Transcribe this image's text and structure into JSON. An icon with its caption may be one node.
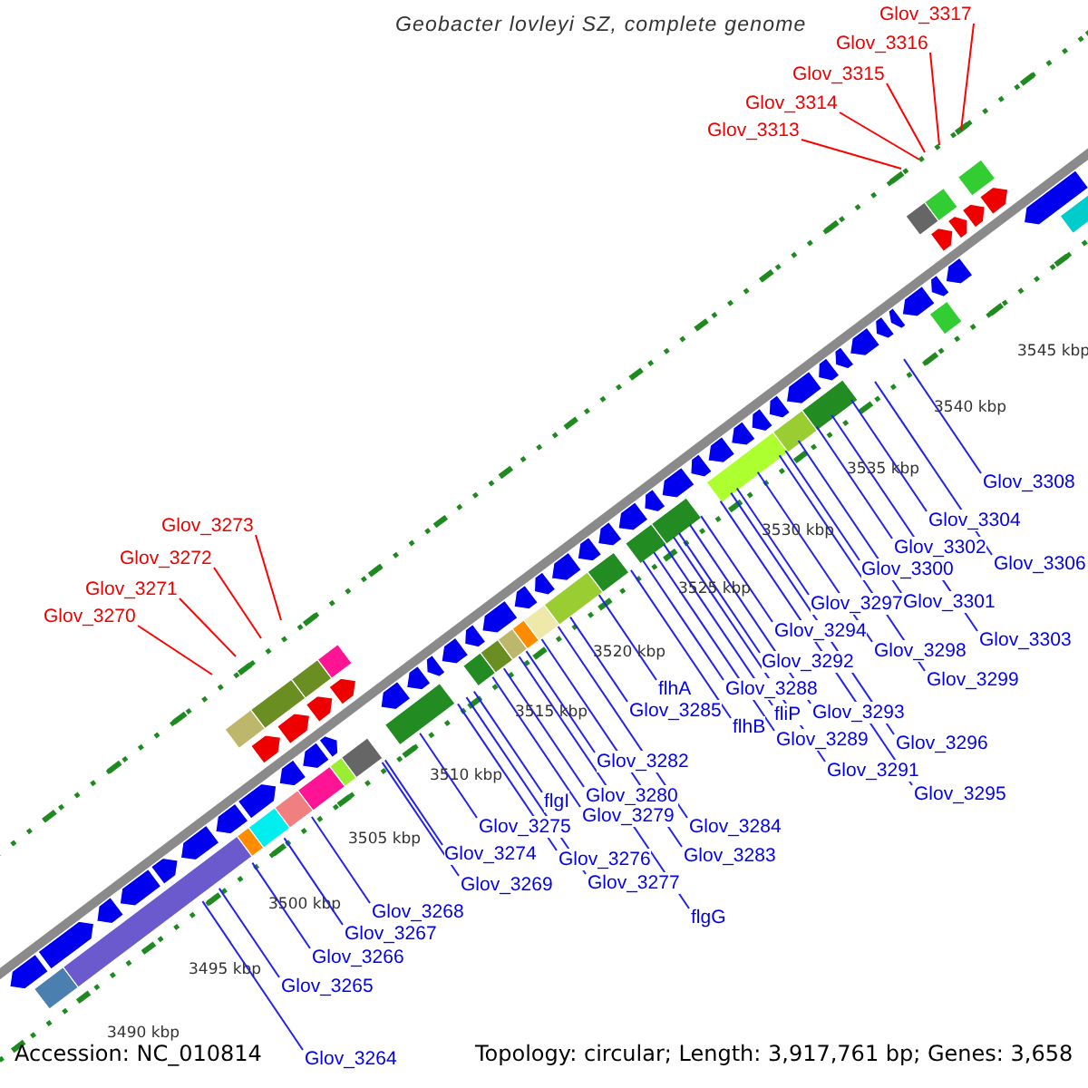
{
  "diagram": {
    "title": "Geobacter lovleyi SZ, complete genome",
    "nodes": [
      {
        "text": [
          "Glov_3317"
        ]
      },
      {
        "text": [
          "Glov_3316"
        ]
      },
      {
        "text": [
          "Glov_3315"
        ]
      },
      {
        "text": [
          "Glov_3314"
        ]
      },
      {
        "text": [
          "Glov_3313"
        ]
      },
      {
        "text": [
          "Glov_3273"
        ]
      },
      {
        "text": [
          "Glov_3272"
        ]
      },
      {
        "text": [
          "Glov_3271"
        ]
      },
      {
        "text": [
          "Glov_3270"
        ]
      },
      {
        "text": [
          "Glov_3308"
        ]
      },
      {
        "text": [
          "Glov_3304"
        ]
      },
      {
        "text": [
          "Glov_3302"
        ]
      },
      {
        "text": [
          "Glov_3306"
        ]
      },
      {
        "text": [
          "Glov_3300"
        ]
      },
      {
        "text": [
          "Glov_3297"
        ]
      },
      {
        "text": [
          "Glov_3301"
        ]
      },
      {
        "text": [
          "Glov_3294"
        ]
      },
      {
        "text": [
          "Glov_3303"
        ]
      },
      {
        "text": [
          "Glov_3298"
        ]
      },
      {
        "text": [
          "Glov_3292"
        ]
      },
      {
        "text": [
          "Glov_3299"
        ]
      },
      {
        "text": [
          "flhA"
        ]
      },
      {
        "text": [
          "Glov_3288"
        ]
      },
      {
        "text": [
          "Glov_3285"
        ]
      },
      {
        "text": [
          "Glov_3293"
        ]
      },
      {
        "text": [
          "fliP"
        ]
      },
      {
        "text": [
          "flhB"
        ]
      },
      {
        "text": [
          "Glov_3289"
        ]
      },
      {
        "text": [
          "Glov_3296"
        ]
      },
      {
        "text": [
          "Glov_3282"
        ]
      },
      {
        "text": [
          "Glov_3291"
        ]
      },
      {
        "text": [
          "Glov_3295"
        ]
      },
      {
        "text": [
          "Glov_3280"
        ]
      },
      {
        "text": [
          "flgI"
        ]
      },
      {
        "text": [
          "Glov_3279"
        ]
      },
      {
        "text": [
          "Glov_3275"
        ]
      },
      {
        "text": [
          "Glov_3284"
        ]
      },
      {
        "text": [
          "Glov_3274"
        ]
      },
      {
        "text": [
          "Glov_3283"
        ]
      },
      {
        "text": [
          "Glov_3276"
        ]
      },
      {
        "text": [
          "Glov_3277"
        ]
      },
      {
        "text": [
          "Glov_3269"
        ]
      },
      {
        "text": [
          "Glov_3268"
        ]
      },
      {
        "text": [
          "flgG"
        ]
      },
      {
        "text": [
          "Glov_3267"
        ]
      },
      {
        "text": [
          "Glov_3266"
        ]
      },
      {
        "text": [
          "Glov_3265"
        ]
      },
      {
        "text": [
          "Glov_3264"
        ]
      }
    ],
    "edges": [
      {
        "from": 0,
        "to": null,
        "arrow": "none",
        "color": "#ff0000"
      },
      {
        "from": 1,
        "to": null,
        "arrow": "none",
        "color": "#ff0000"
      },
      {
        "from": 2,
        "to": null,
        "arrow": "none",
        "color": "#ff0000"
      },
      {
        "from": 3,
        "to": null,
        "arrow": "none",
        "color": "#ff0000"
      },
      {
        "from": 4,
        "to": null,
        "arrow": "none",
        "color": "#ff0000"
      },
      {
        "from": 5,
        "to": null,
        "arrow": "none",
        "color": "#ff0000"
      },
      {
        "from": 6,
        "to": null,
        "arrow": "none",
        "color": "#ff0000"
      },
      {
        "from": 7,
        "to": null,
        "arrow": "none",
        "color": "#ff0000"
      },
      {
        "from": 8,
        "to": null,
        "arrow": "none",
        "color": "#ff0000"
      },
      {
        "from": 9,
        "to": null,
        "arrow": "none"
      },
      {
        "from": 10,
        "to": null,
        "arrow": "none"
      },
      {
        "from": 11,
        "to": null,
        "arrow": "none"
      },
      {
        "from": 12,
        "to": null,
        "arrow": "none"
      },
      {
        "from": 13,
        "to": null,
        "arrow": "none"
      },
      {
        "from": 14,
        "to": null,
        "arrow": "none"
      },
      {
        "from": 15,
        "to": null,
        "arrow": "none"
      },
      {
        "from": 16,
        "to": null,
        "arrow": "none"
      },
      {
        "from": 17,
        "to": null,
        "arrow": "none"
      },
      {
        "from": 18,
        "to": null,
        "arrow": "none"
      },
      {
        "from": 19,
        "to": null,
        "arrow": "none"
      },
      {
        "from": 20,
        "to": null,
        "arrow": "none"
      },
      {
        "from": 21,
        "to": null,
        "arrow": "none"
      },
      {
        "from": 22,
        "to": null,
        "arrow": "none"
      },
      {
        "from": 23,
        "to": null,
        "arrow": "none"
      },
      {
        "from": 24,
        "to": null,
        "arrow": "none"
      },
      {
        "from": 25,
        "to": null,
        "arrow": "none"
      },
      {
        "from": 26,
        "to": null,
        "arrow": "none"
      },
      {
        "from": 27,
        "to": null,
        "arrow": "none"
      },
      {
        "from": 28,
        "to": null,
        "arrow": "none"
      },
      {
        "from": 29,
        "to": null,
        "arrow": "none"
      },
      {
        "from": 30,
        "to": null,
        "arrow": "none"
      },
      {
        "from": 31,
        "to": null,
        "arrow": "none"
      },
      {
        "from": 32,
        "to": null,
        "arrow": "none"
      },
      {
        "from": 33,
        "to": null,
        "arrow": "none"
      },
      {
        "from": 34,
        "to": null,
        "arrow": "none"
      },
      {
        "from": 35,
        "to": null,
        "arrow": "none"
      },
      {
        "from": 36,
        "to": null,
        "arrow": "none"
      },
      {
        "from": 37,
        "to": null,
        "arrow": "none"
      },
      {
        "from": 38,
        "to": null,
        "arrow": "none"
      },
      {
        "from": 39,
        "to": null,
        "arrow": "none"
      },
      {
        "from": 40,
        "to": null,
        "arrow": "none"
      },
      {
        "from": 41,
        "to": null,
        "arrow": "none"
      },
      {
        "from": 42,
        "to": null,
        "arrow": "none"
      },
      {
        "from": 43,
        "to": null,
        "arrow": "none"
      },
      {
        "from": 44,
        "to": null,
        "arrow": "none"
      },
      {
        "from": 45,
        "to": null,
        "arrow": "none"
      },
      {
        "from": 46,
        "to": null,
        "arrow": "none"
      },
      {
        "from": 47,
        "to": null,
        "arrow": "none"
      }
    ],
    "labels": [
      "3545 kbp",
      "3540 kbp",
      "3535 kbp",
      "3530 kbp",
      "3525 kbp",
      "3520 kbp",
      "3515 kbp",
      "3510 kbp",
      "3505 kbp",
      "3500 kbp",
      "3495 kbp",
      "3490 kbp",
      "Accession: NC_010814",
      "Topology: circular; Length: 3,917,761 bp; Genes: 3,658"
    ]
  }
}
